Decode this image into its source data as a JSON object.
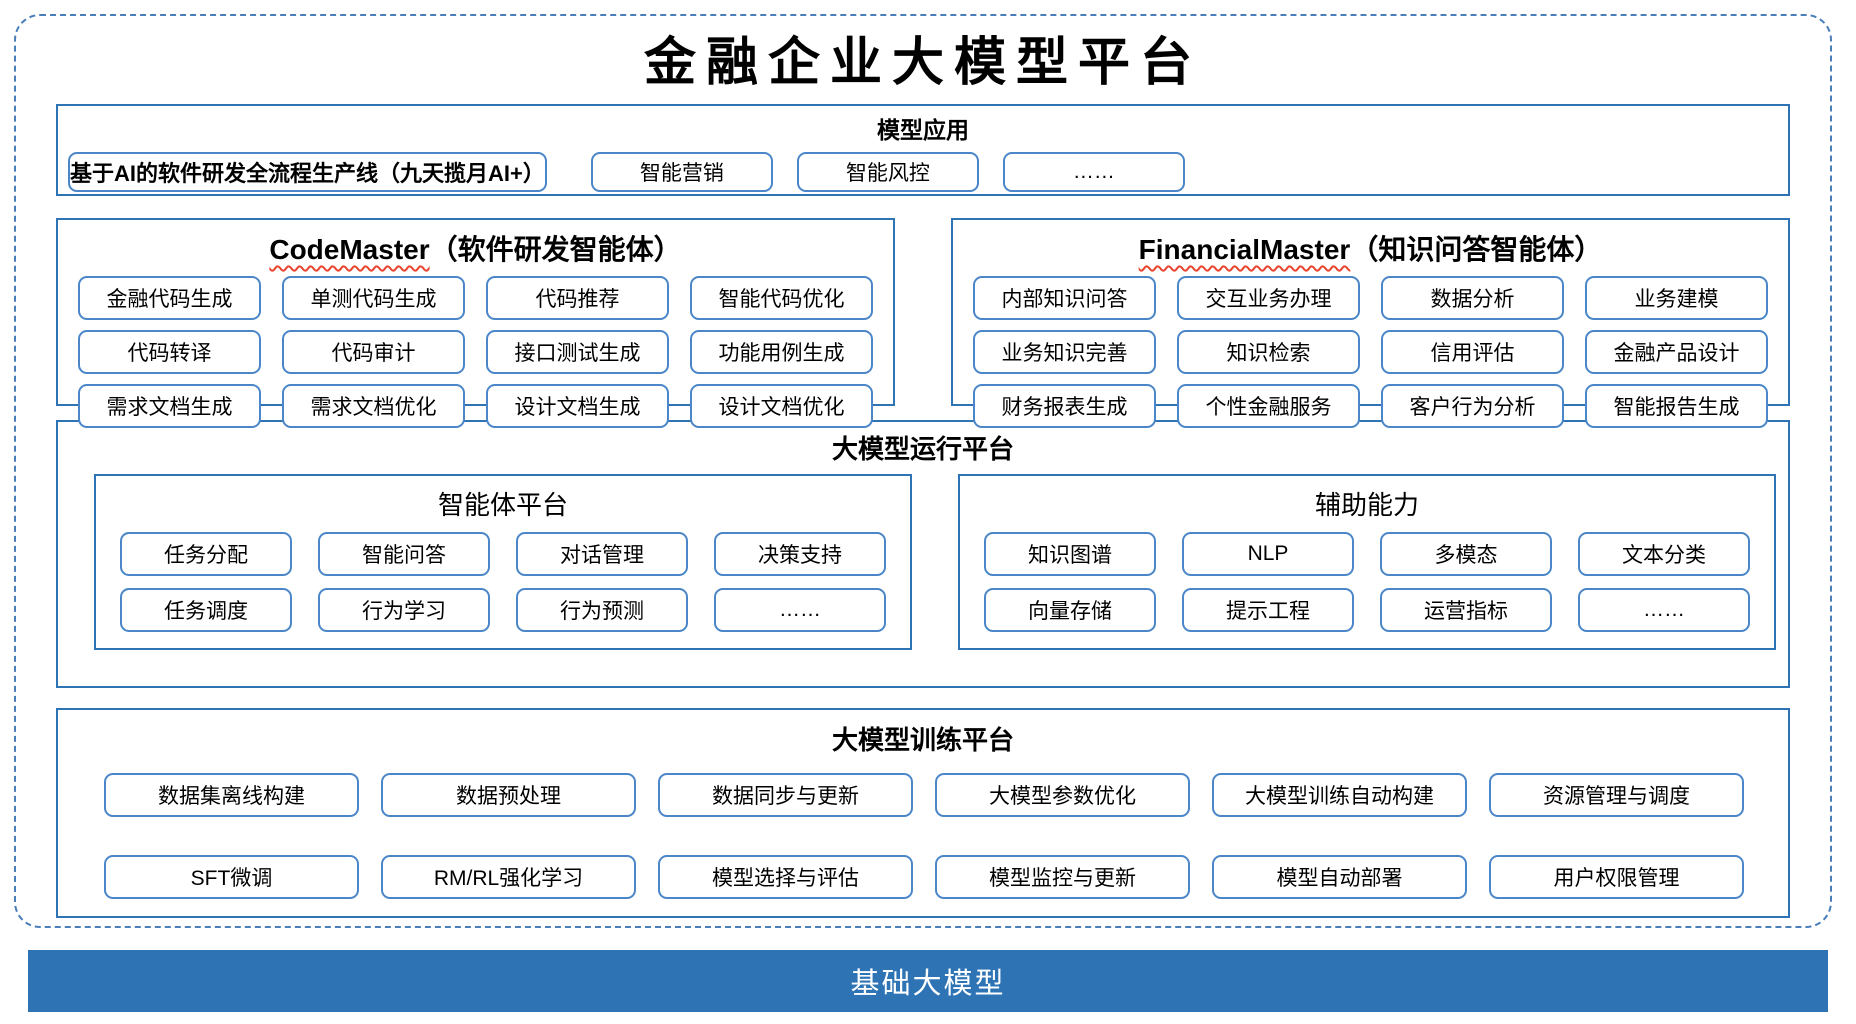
{
  "title": "金融企业大模型平台",
  "colors": {
    "section_border": "#2e74b5",
    "chip_border": "#4a86c8",
    "outer_dashed": "#4a7ebb",
    "bar_bg": "#2e74b5",
    "squiggle": "#e8442e"
  },
  "model_app": {
    "header": "模型应用",
    "main_box": "基于AI的软件研发全流程生产线（九天揽月AI+）",
    "boxes": [
      "智能营销",
      "智能风控",
      "……"
    ]
  },
  "code_master": {
    "title_en": "CodeMaster",
    "title_zh": "（软件研发智能体）",
    "boxes": [
      "金融代码生成",
      "单测代码生成",
      "代码推荐",
      "智能代码优化",
      "代码转译",
      "代码审计",
      "接口测试生成",
      "功能用例生成",
      "需求文档生成",
      "需求文档优化",
      "设计文档生成",
      "设计文档优化"
    ]
  },
  "financial_master": {
    "title_en": "FinancialMaster",
    "title_zh": "（知识问答智能体）",
    "boxes": [
      "内部知识问答",
      "交互业务办理",
      "数据分析",
      "业务建模",
      "业务知识完善",
      "知识检索",
      "信用评估",
      "金融产品设计",
      "财务报表生成",
      "个性金融服务",
      "客户行为分析",
      "智能报告生成"
    ]
  },
  "runtime": {
    "header": "大模型运行平台",
    "agent_panel": {
      "title": "智能体平台",
      "boxes": [
        "任务分配",
        "智能问答",
        "对话管理",
        "决策支持",
        "任务调度",
        "行为学习",
        "行为预测",
        "……"
      ]
    },
    "aux_panel": {
      "title": "辅助能力",
      "boxes": [
        "知识图谱",
        "NLP",
        "多模态",
        "文本分类",
        "向量存储",
        "提示工程",
        "运营指标",
        "……"
      ]
    }
  },
  "training": {
    "header": "大模型训练平台",
    "boxes": [
      "数据集离线构建",
      "数据预处理",
      "数据同步与更新",
      "大模型参数优化",
      "大模型训练自动构建",
      "资源管理与调度",
      "SFT微调",
      "RM/RL强化学习",
      "模型选择与评估",
      "模型监控与更新",
      "模型自动部署",
      "用户权限管理"
    ]
  },
  "foundation_bar": {
    "label": "基础大模型"
  }
}
